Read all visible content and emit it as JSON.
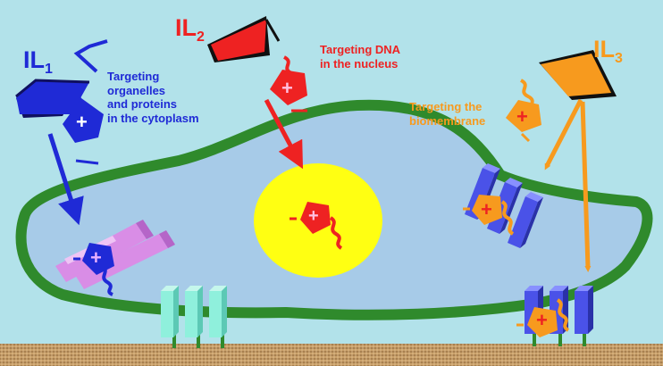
{
  "colors": {
    "background": "#b2e2ea",
    "membrane": "#2f8a2c",
    "cytoplasm": "#a7cbe8",
    "nucleus": "#ffff12",
    "il1": "#1f2ad6",
    "il2": "#ee2222",
    "il3": "#f79a1e",
    "organelle": "#d98de6",
    "membrane_protein": "#4a52e8",
    "channel": "#8ff0dc",
    "ground": "#c9a06a"
  },
  "labels": {
    "il1": {
      "name": "IL",
      "sub": "1",
      "target_lines": [
        "Targeting",
        "organelles",
        "and proteins",
        "in the cytoplasm"
      ]
    },
    "il2": {
      "name": "IL",
      "sub": "2",
      "target_lines": [
        "Targeting DNA",
        "in the nucleus"
      ]
    },
    "il3": {
      "name": "IL",
      "sub": "3",
      "target_lines": [
        "Targeting the",
        "biomembrane"
      ]
    }
  },
  "symbols": {
    "plus": "+",
    "minus": "−"
  }
}
